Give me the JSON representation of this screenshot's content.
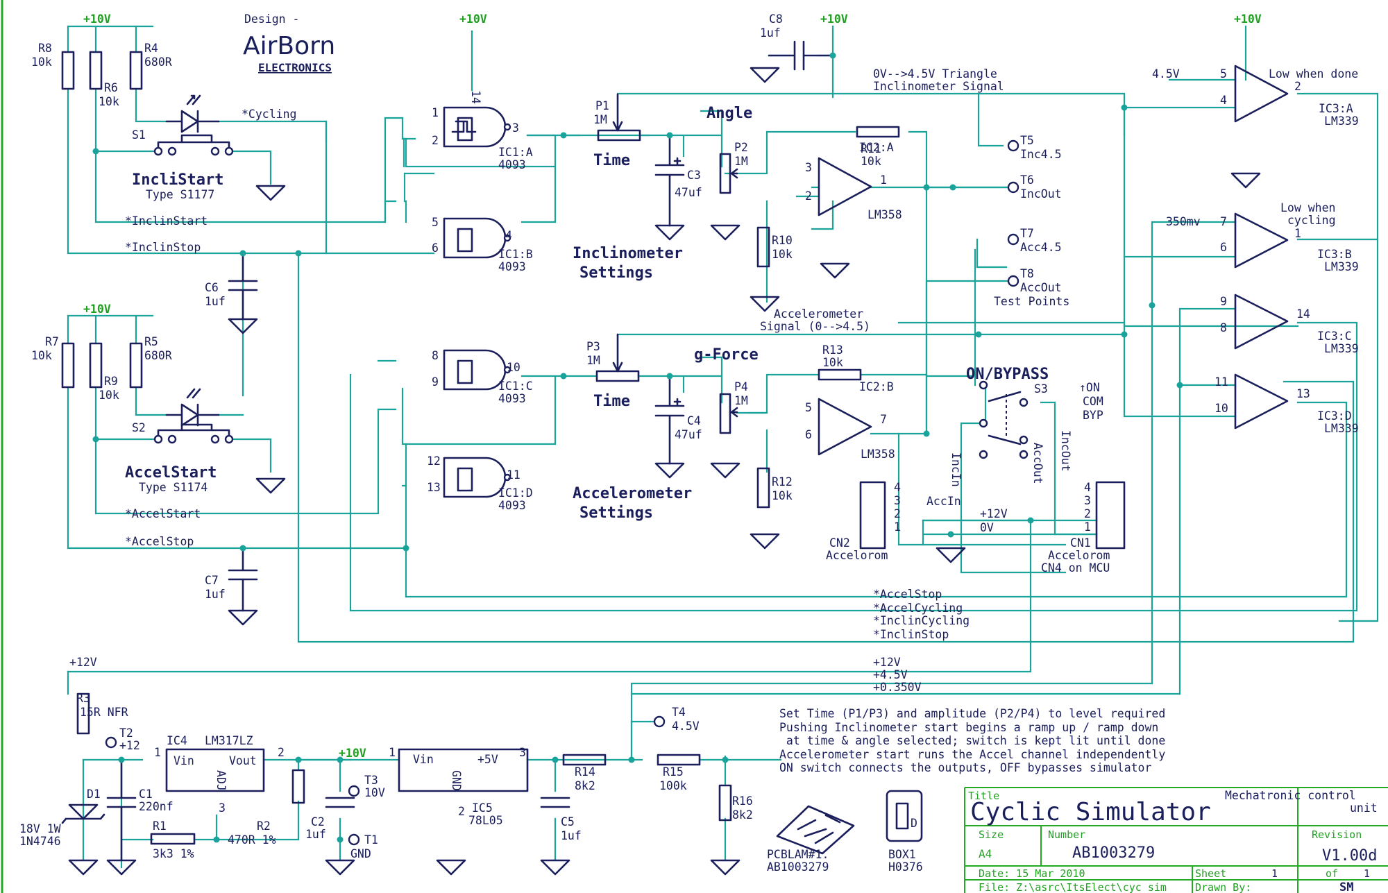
{
  "design": {
    "label": "Design -",
    "brand": "AirBorn",
    "brand_sub": "ELECTRONICS"
  },
  "rails": {
    "v10": "+10V",
    "v12": "+12V"
  },
  "parts": {
    "r8": "R8",
    "r8v": "10k",
    "r6": "R6",
    "r6v": "10k",
    "r4": "R4",
    "r4v": "680R",
    "r7": "R7",
    "r7v": "10k",
    "r9": "R9",
    "r9v": "10k",
    "r5": "R5",
    "r5v": "680R",
    "s1": "S1",
    "s1_name": "IncliStart",
    "s1_type": "Type S1177",
    "s2": "S2",
    "s2_name": "AccelStart",
    "s2_type": "Type S1174",
    "c6": "C6",
    "c6v": "1uf",
    "c7": "C7",
    "c7v": "1uf",
    "c8": "C8",
    "c8v": "1uf",
    "ic1a": "IC1:A",
    "ic1b": "IC1:B",
    "ic1c": "IC1:C",
    "ic1d": "IC1:D",
    "ic1_type": "4093",
    "p1": "P1",
    "p1v": "1M",
    "p3": "P3",
    "p3v": "1M",
    "time": "Time",
    "angle": "Angle",
    "gforce": "g-Force",
    "c3": "C3",
    "c3v": "47uf",
    "c4": "C4",
    "c4v": "47uf",
    "incl_settings_1": "Inclinometer",
    "incl_settings_2": "Settings",
    "acc_settings_1": "Accelerometer",
    "acc_settings_2": "Settings",
    "p2": "P2",
    "p2v": "1M",
    "p4": "P4",
    "p4v": "1M",
    "ic2a": "IC2:A",
    "ic2b": "IC2:B",
    "ic2_type": "LM358",
    "r11": "R11",
    "r11v": "10k",
    "r13": "R13",
    "r13v": "10k",
    "r10": "R10",
    "r10v": "10k",
    "r12": "R12",
    "r12v": "10k",
    "tri_1": "0V-->4.5V Triangle",
    "tri_2": "Inclinometer Signal",
    "acc_sig_1": "Accelerometer",
    "acc_sig_2": "Signal (0-->4.5)",
    "t5": "T5",
    "t5n": "Inc4.5",
    "t6": "T6",
    "t6n": "IncOut",
    "t7": "T7",
    "t7n": "Acc4.5",
    "t8": "T8",
    "t8n": "AccOut",
    "tp": "Test Points",
    "s3": "S3",
    "s3_name": "ON/BYPASS",
    "s3_on": "↑ON",
    "s3_com": "COM",
    "s3_byp": "BYP",
    "incin": "IncIn",
    "accout": "AccOut",
    "incout": "IncOut",
    "cn2": "CN2",
    "cn2n": "Accelorom",
    "cn1": "CN1",
    "cn1n": "Accelorom",
    "cn1_sub": "CN4 on MCU",
    "accin": "AccIn",
    "p12": "+12V",
    "p0": "0V",
    "ic3a": "IC3:A",
    "ic3b": "IC3:B",
    "ic3c": "IC3:C",
    "ic3d": "IC3:D",
    "ic3_type": "LM339",
    "v45": "4.5V",
    "v350": "350mv",
    "done": "Low when done",
    "cyc_1": "Low when",
    "cyc_2": "cycling",
    "r3": "R3",
    "r3v": "15R NFR",
    "t2": "T2",
    "t2v": "+12",
    "ic4": "IC4",
    "ic4_type": "LM317LZ",
    "vin": "Vin",
    "vout": "Vout",
    "adj": "ADJ",
    "c1": "C1",
    "c1v": "220nf",
    "r1": "R1",
    "r1v": "3k3 1%",
    "r2": "R2",
    "r2v": "470R 1%",
    "d1": "D1",
    "d1v": "18V 1W",
    "d1t": "1N4746",
    "c2": "C2",
    "c2v": "1uf",
    "t3": "T3",
    "t3v": "10V",
    "t1": "T1",
    "t1v": "GND",
    "ic5": "IC5",
    "ic5_type": "78L05",
    "gnd": "GND",
    "v5": "+5V",
    "c5": "C5",
    "c5v": "1uf",
    "r14": "R14",
    "r14v": "8k2",
    "r15": "R15",
    "r15v": "100k",
    "r16": "R16",
    "r16v": "8k2",
    "t4": "T4",
    "t4v": "4.5V",
    "pcb": "PCBLAM#1.",
    "pcb_no": "AB1003279",
    "box": "BOX1",
    "box_no": "H0376"
  },
  "nets": {
    "cycling": "*Cycling",
    "inclin_start": "*InclinStart",
    "inclin_stop": "*InclinStop",
    "accel_start": "*AccelStart",
    "accel_stop": "*AccelStop",
    "bus": [
      "*AccelStop",
      "*AccelCycling",
      "*InclinCycling",
      "*InclinStop"
    ],
    "bus_power": [
      "+12V",
      "+4.5V",
      "+0.350V"
    ]
  },
  "pins": {
    "p1": "1",
    "p2": "2",
    "p3": "3",
    "p4": "4",
    "p5": "5",
    "p6": "6",
    "p7": "7",
    "p8": "8",
    "p9": "9",
    "p10": "10",
    "p11": "11",
    "p12": "12",
    "p13": "13",
    "p14": "14"
  },
  "notes": [
    "Set Time (P1/P3) and amplitude (P2/P4) to level required",
    "Pushing Inclinometer start begins a ramp up / ramp down",
    " at time & angle selected; switch is kept lit until done",
    "Accelerometer start runs the Accel channel independently",
    "ON switch connects the outputs, OFF bypasses simulator"
  ],
  "titleblock": {
    "title_label": "Title",
    "title": "Cyclic Simulator",
    "subtitle_1": "Mechatronic control",
    "subtitle_2": "unit",
    "size_label": "Size",
    "size": "A4",
    "number_label": "Number",
    "number": "AB1003279",
    "revision_label": "Revision",
    "revision": "V1.00d",
    "date": "Date: 15 Mar 2010",
    "sheet_label": "Sheet",
    "sheet": "1",
    "of": "of",
    "sheets": "1",
    "file": "File: Z:\\asrc\\ItsElect\\cyc_sim",
    "drawn_label": "Drawn By:",
    "drawn": "SM"
  },
  "colors": {
    "wire": "#1aa39a",
    "ink": "#1a1f5c",
    "rail_text": "#22a022",
    "border": "#22aa22",
    "background": "#ffffff"
  }
}
